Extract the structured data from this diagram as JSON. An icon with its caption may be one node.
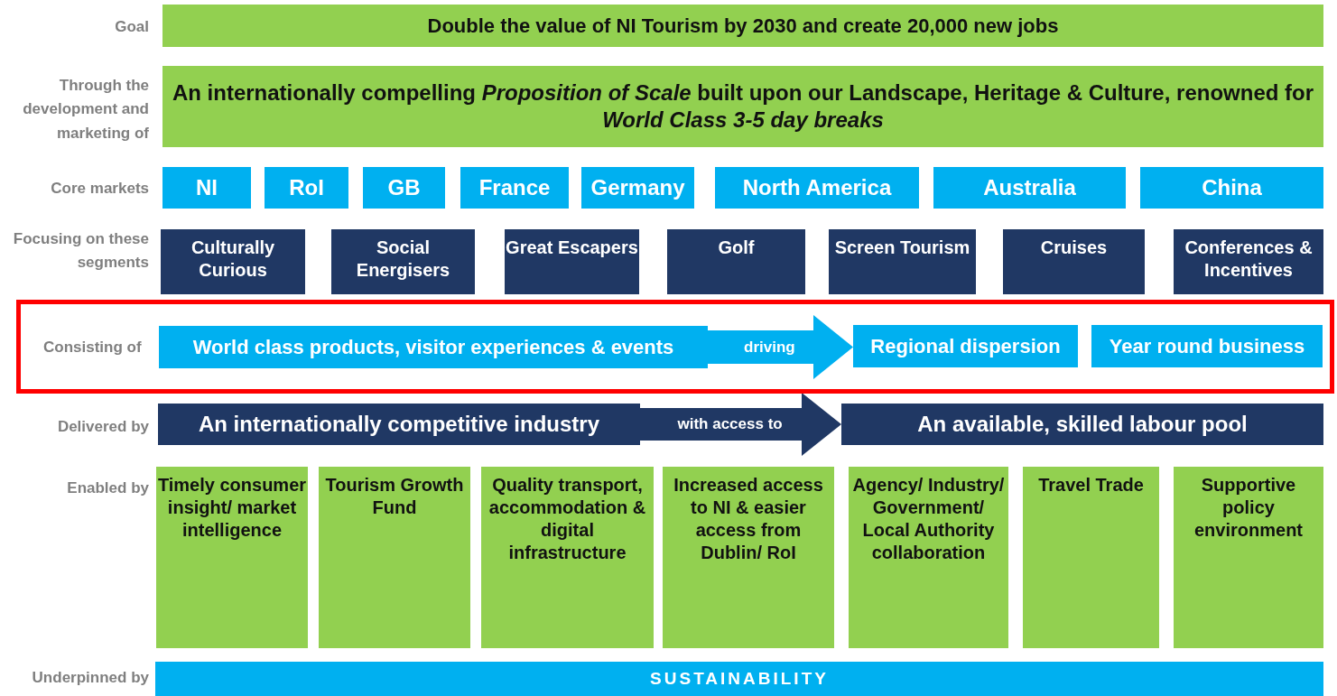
{
  "diagram": {
    "nodes": [
      {
        "text": [
          "Double the value of NI Tourism by 2030 and create 20,000 new jobs"
        ]
      },
      {
        "text": [
          "An internationally compelling *Proposition of Scale* built upon our Landscape, Heritage & Culture, renowned for *World Class 3-5 day breaks*"
        ]
      },
      {
        "text": [
          "NI"
        ]
      },
      {
        "text": [
          "RoI"
        ]
      },
      {
        "text": [
          "GB"
        ]
      },
      {
        "text": [
          "France"
        ]
      },
      {
        "text": [
          "Germany"
        ]
      },
      {
        "text": [
          "North America"
        ]
      },
      {
        "text": [
          "Australia"
        ]
      },
      {
        "text": [
          "China"
        ]
      },
      {
        "text": [
          "Culturally Curious"
        ]
      },
      {
        "text": [
          "Social Energisers"
        ]
      },
      {
        "text": [
          "Great Escapers"
        ]
      },
      {
        "text": [
          "Golf"
        ]
      },
      {
        "text": [
          "Screen Tourism"
        ]
      },
      {
        "text": [
          "Cruises"
        ]
      },
      {
        "text": [
          "Conferences & Incentives"
        ]
      },
      {
        "text": [
          "Consisting of"
        ]
      },
      {
        "text": [
          "World class products, visitor experiences & events"
        ],
        "in": 17
      },
      {
        "text": [
          "Regional dispersion"
        ],
        "in": 17
      },
      {
        "text": [
          "Year round business"
        ],
        "in": 17
      },
      {
        "text": [
          "An internationally competitive industry"
        ]
      },
      {
        "text": [
          "An available, skilled labour pool"
        ]
      },
      {
        "text": [
          "Timely consumer insight/ market intelligence"
        ]
      },
      {
        "text": [
          "Tourism Growth Fund"
        ]
      },
      {
        "text": [
          "Quality transport, accommodation & digital infrastructure"
        ]
      },
      {
        "text": [
          "Increased access to NI & easier access from Dublin/ RoI"
        ]
      },
      {
        "text": [
          "Agency/ Industry/ Government/ Local Authority collaboration"
        ]
      },
      {
        "text": [
          "Travel Trade"
        ]
      },
      {
        "text": [
          "Supportive policy environment"
        ]
      },
      {
        "text": [
          "SUSTAINABILITY"
        ]
      }
    ],
    "edges": [
      {
        "from": 18,
        "to": 19,
        "arrow": "to",
        "label": "driving",
        "color": "#00b0f0"
      },
      {
        "from": 21,
        "to": 22,
        "arrow": "to",
        "label": "with access to",
        "color": "#203864"
      }
    ],
    "labels": [
      "Goal",
      "Through the development and marketing of",
      "Core markets",
      "Focusing on these segments",
      "Delivered by",
      "Enabled by",
      "Underpinned by"
    ]
  }
}
